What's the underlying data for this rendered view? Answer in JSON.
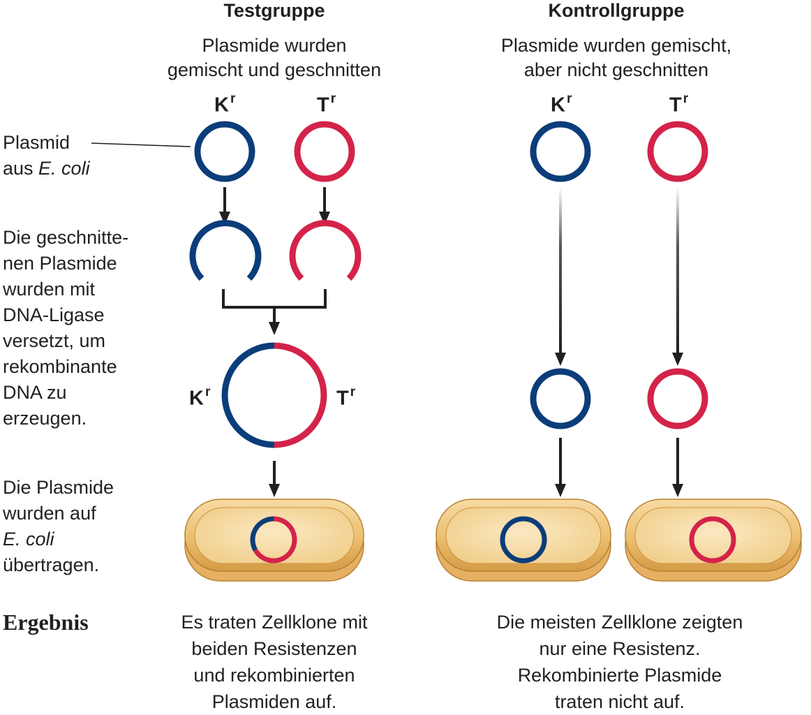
{
  "test": {
    "title": "Testgruppe",
    "desc_line1": "Plasmide wurden",
    "desc_line2": "gemischt und geschnitten"
  },
  "control": {
    "title": "Kontrollgruppe",
    "desc_line1": "Plasmide wurden gemischt,",
    "desc_line2": "aber nicht geschnitten"
  },
  "genes": {
    "k": "K",
    "t": "T",
    "superscript": "r"
  },
  "steps": {
    "plasmid_line1": "Plasmid",
    "plasmid_line2_prefix": "aus ",
    "plasmid_line2_italic": "E. coli",
    "cut_lines": [
      "Die geschnitte-",
      "nen Plasmide",
      "wurden mit",
      "DNA-Ligase",
      "versetzt, um",
      "rekombinante",
      "DNA zu",
      "erzeugen."
    ],
    "transfer_line1": "Die Plasmide",
    "transfer_line2": "wurden auf",
    "transfer_line3_italic": "E. coli",
    "transfer_line4": "übertragen."
  },
  "result": {
    "label": "Ergebnis",
    "test_lines": [
      "Es traten Zellklone mit",
      "beiden Resistenzen",
      "und rekombinierten",
      "Plasmiden auf."
    ],
    "control_lines": [
      "Die meisten Zellklone zeigten",
      "nur eine Resistenz.",
      "Rekombinierte Plasmide",
      "traten nicht auf."
    ]
  },
  "colors": {
    "kr_plasmid": "#0b3d7a",
    "tr_plasmid": "#d4234a",
    "cell": "#f3cf86",
    "arrow": "#231f20"
  }
}
